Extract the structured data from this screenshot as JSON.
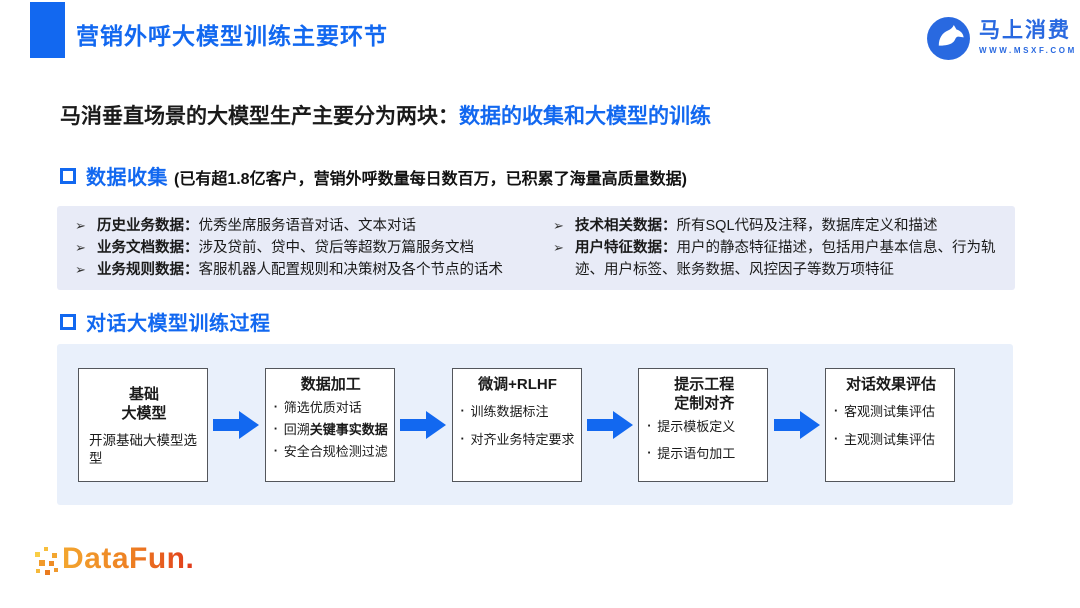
{
  "colors": {
    "accent_blue": "#1268F0",
    "logo_blue": "#2969E0",
    "panel1_bg": "#E8EBF7",
    "panel2_bg": "#E9F0FB",
    "box_border": "#53565B",
    "datafun_orange_start": "#F3A62F",
    "datafun_orange_end": "#E0391B"
  },
  "glyphs": {
    "arrow_bullet": "➢",
    "dot_bullet": "·"
  },
  "header": {
    "title": "营销外呼大模型训练主要环节",
    "brand_name": "马上消费",
    "brand_url": "WWW.MSXF.COM"
  },
  "subtitle": {
    "black_part": "马消垂直场景的大模型生产主要分为两块：",
    "blue_part": "数据的收集和大模型的训练"
  },
  "data_collection": {
    "heading": "数据收集",
    "note": "(已有超1.8亿客户，营销外呼数量每日数百万，已积累了海量高质量数据)",
    "left_items": [
      {
        "label": "历史业务数据",
        "sep": "：",
        "text": "优秀坐席服务语音对话、文本对话"
      },
      {
        "label": "业务文档数据",
        "sep": "：",
        "text": "涉及贷前、贷中、贷后等超数万篇服务文档"
      },
      {
        "label": "业务规则数据",
        "sep": "：",
        "text": "客服机器人配置规则和决策树及各个节点的话术"
      }
    ],
    "right_items": [
      {
        "label": "技术相关数据",
        "sep": "：",
        "text": "所有SQL代码及注释，数据库定义和描述"
      },
      {
        "label": "用户特征数据",
        "sep": "：",
        "text": "用户的静态特征描述，包括用户基本信息、行为轨迹、用户标签、账务数据、风控因子等数万项特征"
      }
    ]
  },
  "training": {
    "heading": "对话大模型训练过程",
    "boxes": [
      {
        "title_lines": [
          "基础",
          "大模型"
        ],
        "body": "开源基础大模型选型"
      },
      {
        "title_lines": [
          "数据加工"
        ],
        "items": [
          {
            "text": "筛选优质对话"
          },
          {
            "pre": "回溯",
            "bold": "关键事实数据"
          },
          {
            "text": "安全合规检测过滤"
          }
        ]
      },
      {
        "title_lines": [
          "微调+RLHF"
        ],
        "items": [
          {
            "text": "训练数据标注"
          },
          {
            "text": "对齐业务特定要求"
          }
        ]
      },
      {
        "title_lines": [
          "提示工程",
          "定制对齐"
        ],
        "items": [
          {
            "text": "提示模板定义"
          },
          {
            "text": "提示语句加工"
          }
        ]
      },
      {
        "title_lines": [
          "对话效果评估"
        ],
        "items": [
          {
            "text": "客观测试集评估"
          },
          {
            "text": "主观测试集评估"
          }
        ]
      }
    ]
  },
  "footer": {
    "logo_text": "DataFun."
  }
}
